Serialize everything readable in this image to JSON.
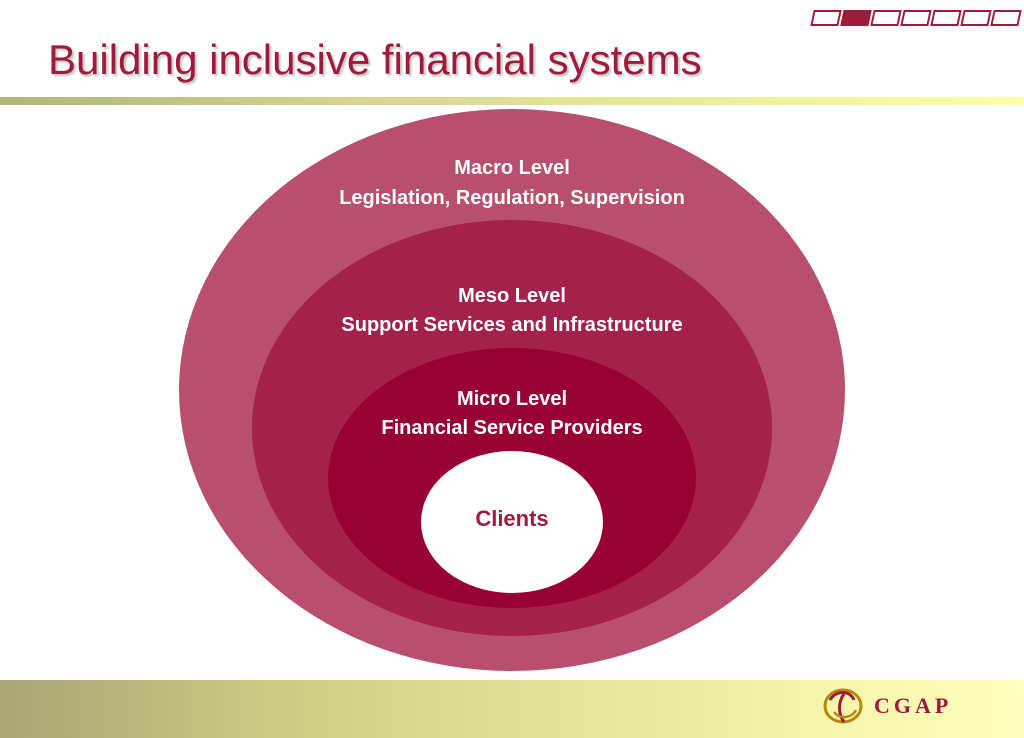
{
  "title": "Building inclusive financial systems",
  "progress": {
    "total": 7,
    "current": 2
  },
  "levels": [
    {
      "id": "macro",
      "name": "Macro Level",
      "desc": "Legislation, Regulation, Supervision",
      "color": "#b84f6e"
    },
    {
      "id": "meso",
      "name": "Meso Level",
      "desc": "Support Services and Infrastructure",
      "color": "#a3214a"
    },
    {
      "id": "micro",
      "name": "Micro Level",
      "desc": "Financial Service Providers",
      "color": "#990033"
    }
  ],
  "core": {
    "label": "Clients",
    "color": "#ffffff",
    "text_color": "#9e1b3c"
  },
  "logo": {
    "text": "CGAP"
  },
  "colors": {
    "accent": "#9e1b3c"
  }
}
